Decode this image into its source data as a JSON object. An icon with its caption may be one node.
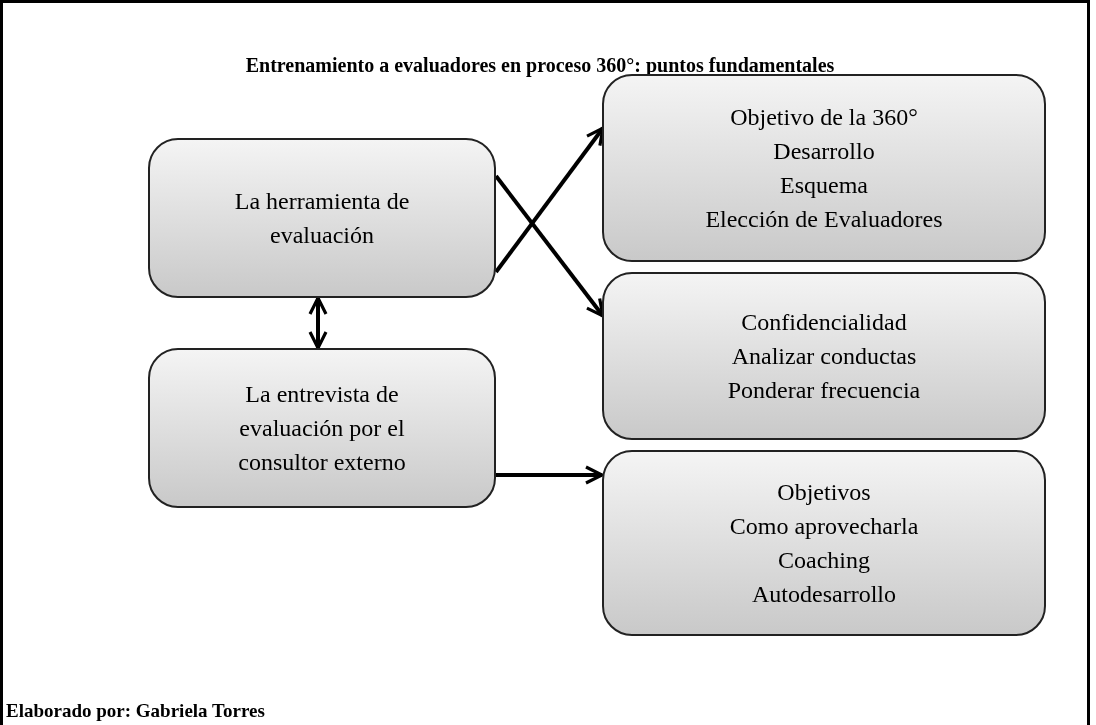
{
  "diagram": {
    "title": "Entrenamiento a evaluadores en proceso 360°: puntos fundamentales",
    "caption": "Elaborado por: Gabriela Torres",
    "nodes": [
      {
        "text": [
          "La herramienta de evaluación"
        ]
      },
      {
        "text": [
          "Objetivo de la 360°",
          "Desarrollo",
          "Esquema",
          "Elección de Evaluadores"
        ]
      },
      {
        "text": [
          "Confidencialidad",
          "Analizar conductas",
          "Ponderar frecuencia"
        ]
      },
      {
        "text": [
          "La entrevista de evaluación por el consultor externo"
        ]
      },
      {
        "text": [
          "Objetivos",
          "Como aprovecharla",
          "Coaching",
          "Autodesarrollo"
        ]
      }
    ],
    "edges": [
      {
        "from": 0,
        "to": 1,
        "arrow": "to"
      },
      {
        "from": 0,
        "to": 2,
        "arrow": "to"
      },
      {
        "from": 0,
        "to": 3,
        "arrow": "both"
      },
      {
        "from": 3,
        "to": 4,
        "arrow": "to"
      }
    ]
  }
}
